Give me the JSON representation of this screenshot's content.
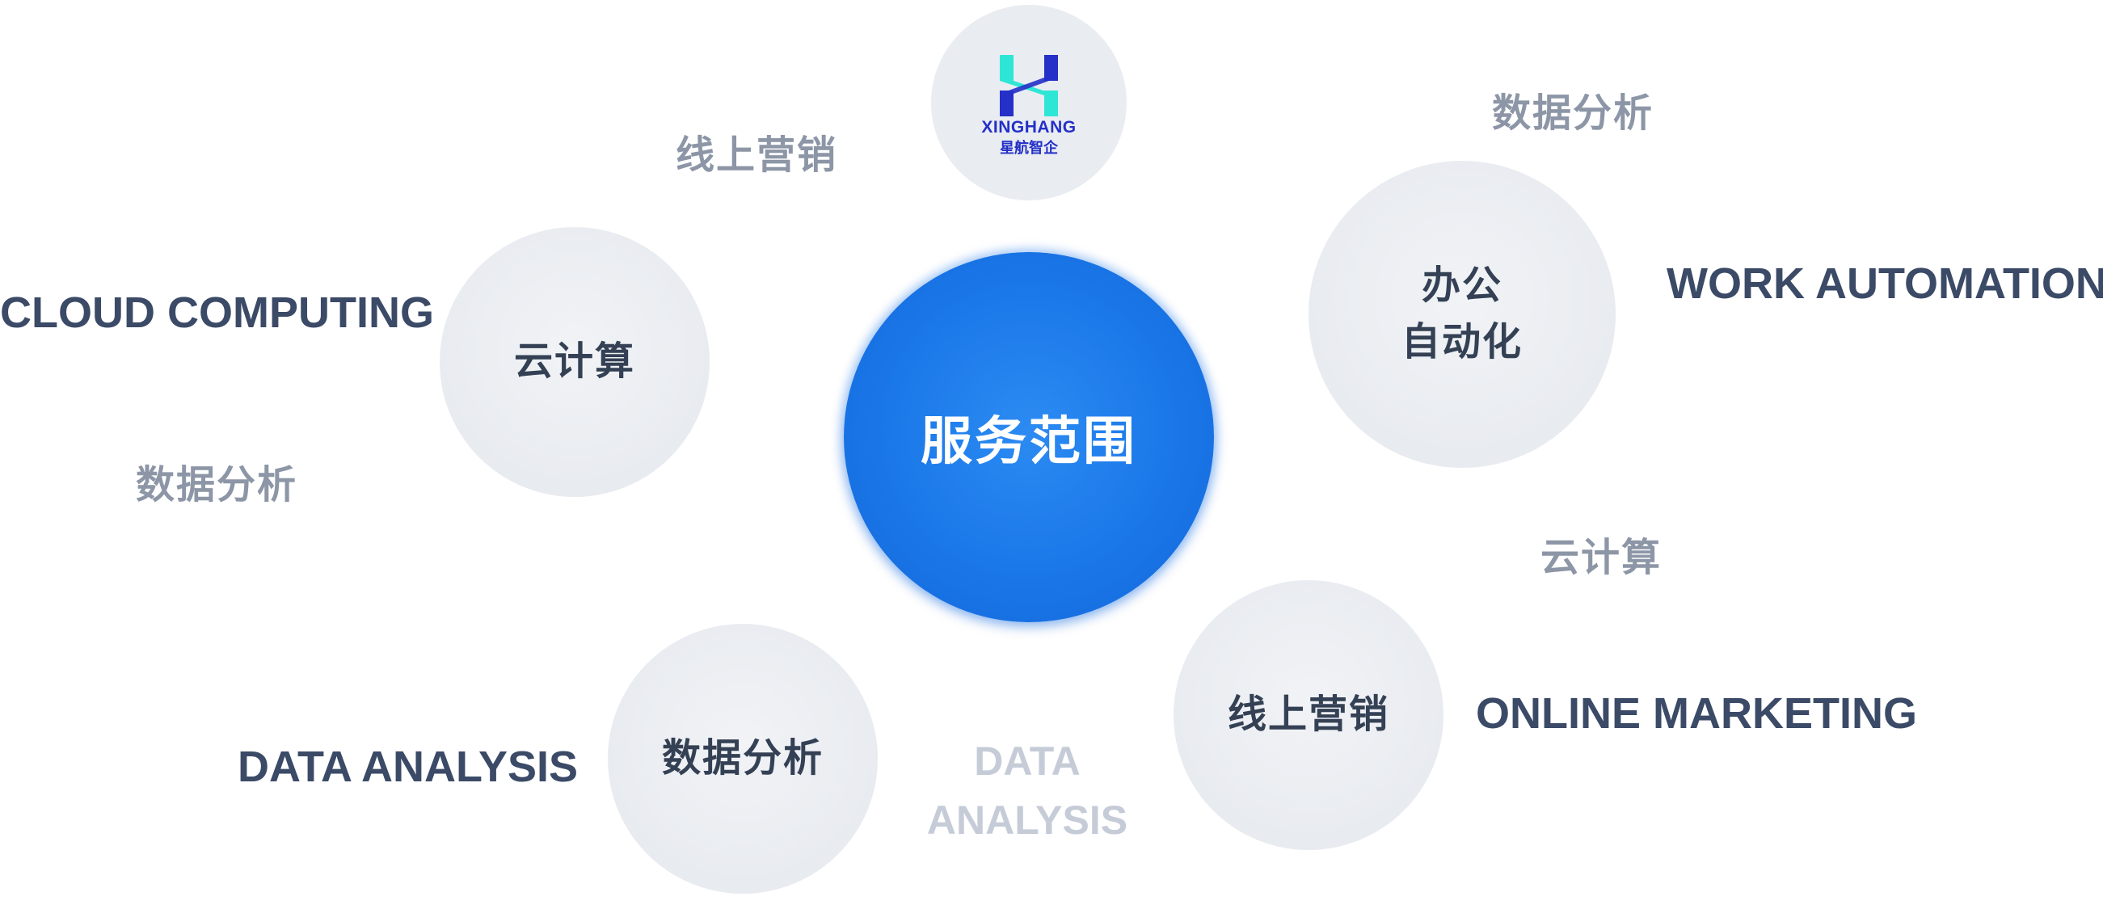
{
  "center": {
    "label": "服务范围"
  },
  "logo": {
    "name_en": "XINGHANG",
    "name_zh": "星航智企"
  },
  "nodes": {
    "cloud": {
      "label": "云计算",
      "en": "CLOUD COMPUTING"
    },
    "office": {
      "label": "办公\n自动化",
      "en": "WORK AUTOMATION"
    },
    "marketing": {
      "label": "线上营销",
      "en": "ONLINE MARKETING"
    },
    "data": {
      "label": "数据分析",
      "en": "DATA ANALYSIS"
    }
  },
  "tags": {
    "top_left": "线上营销",
    "top_right": "数据分析",
    "left": "数据分析",
    "right": "云计算"
  },
  "ghost": {
    "data_analysis": "DATA\nANALYSIS"
  },
  "colors": {
    "center_blue": "#1a77e8",
    "node_bg": "#e8ebf0",
    "node_text": "#344054",
    "en_text": "#3b4a66",
    "tag_text": "#8d96a6",
    "ghost_text": "#c6ccd7",
    "logo_blue": "#2430c8",
    "logo_cyan": "#2ee6d6"
  }
}
